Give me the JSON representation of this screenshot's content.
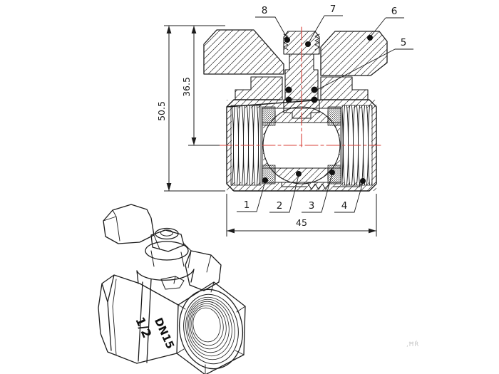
{
  "drawing": {
    "kind": "ball-valve technical drawing",
    "colors": {
      "line": "#1c1c1c",
      "centerline": "#d9423a",
      "background": "#ffffff"
    },
    "section_view": {
      "dimensions": {
        "overall_height": "50.5",
        "center_height": "36.5",
        "overall_width": "45"
      },
      "callouts": {
        "c1": "1",
        "c2": "2",
        "c3": "3",
        "c4": "4",
        "c5": "5",
        "c6": "6",
        "c7": "7",
        "c8": "8"
      }
    },
    "iso_view": {
      "markings": {
        "size": "1/2",
        "dn": "DN15"
      }
    },
    "watermark": ",ĦŔ"
  }
}
